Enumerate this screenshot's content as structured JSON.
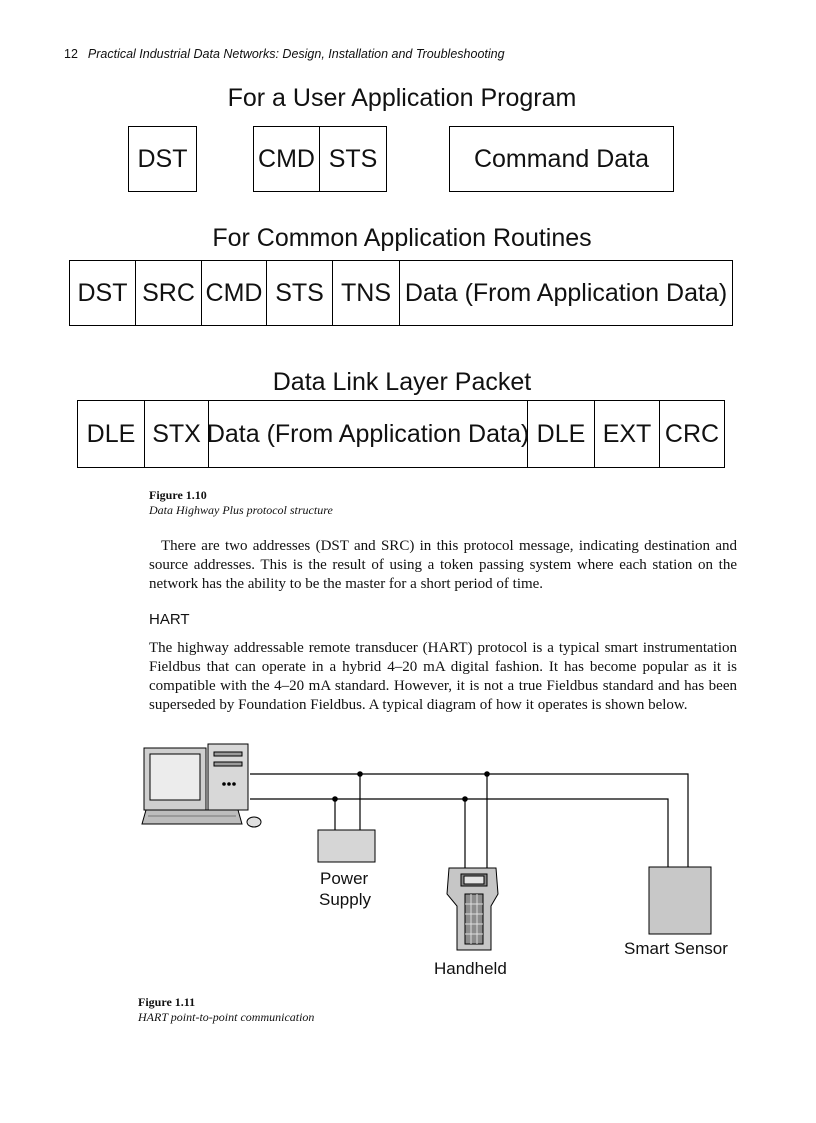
{
  "header": {
    "page_number": "12",
    "book_title": "Practical Industrial Data Networks: Design, Installation and Troubleshooting"
  },
  "fig10": {
    "user_app": {
      "title": "For a User Application Program",
      "dst": "DST",
      "cmd": "CMD",
      "sts": "STS",
      "command_data": "Command Data"
    },
    "common_app": {
      "title": "For Common Application Routines",
      "cells": [
        "DST",
        "SRC",
        "CMD",
        "STS",
        "TNS",
        "Data (From Application Data)"
      ]
    },
    "data_link": {
      "title": "Data Link Layer Packet",
      "cells": [
        "DLE",
        "STX",
        "Data (From Application Data)",
        "DLE",
        "EXT",
        "CRC"
      ]
    },
    "label": "Figure 1.10",
    "caption": "Data Highway Plus protocol structure"
  },
  "paragraph1": "There are two addresses (DST and SRC) in this protocol message, indicating destination and source addresses. This is the result of using a token passing system where each station on the network has the ability to be the master for a short period of time.",
  "section_heading": "HART",
  "paragraph2": "The highway addressable remote transducer (HART) protocol is a typical smart instrumentation Fieldbus that can operate in a hybrid 4–20 mA digital fashion. It has become popular as it is compatible with the 4–20 mA standard. However, it is not a true Fieldbus standard and has been superseded by Foundation Fieldbus. A typical diagram of how it operates is shown below.",
  "fig11": {
    "power_supply_line1": "Power",
    "power_supply_line2": "Supply",
    "handheld": "Handheld",
    "smart_sensor": "Smart Sensor",
    "computer_icon": "computer-icon",
    "handheld_icon": "handheld-communicator-icon",
    "label": "Figure 1.11",
    "caption": "HART point-to-point communication"
  }
}
